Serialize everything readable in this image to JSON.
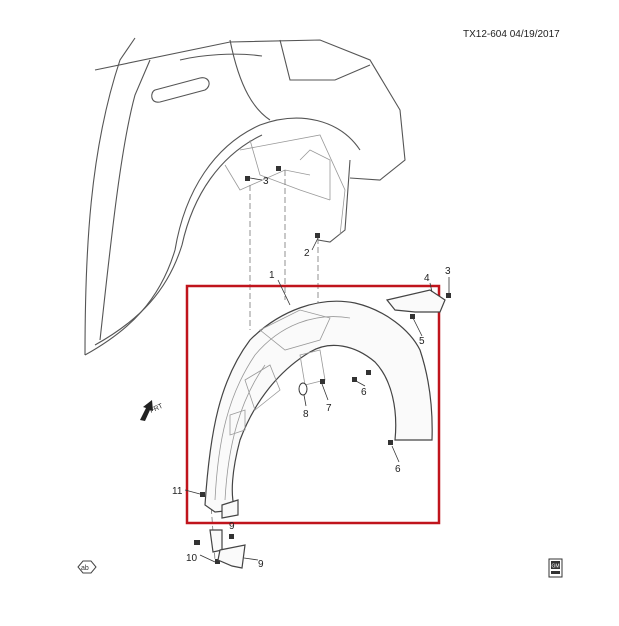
{
  "reference": "TX12-604  04/19/2017",
  "callouts": [
    "1",
    "2",
    "3",
    "3",
    "4",
    "5",
    "6",
    "6",
    "7",
    "8",
    "9",
    "9",
    "10",
    "11"
  ],
  "direction_label": "FRT",
  "highlight_color": "#c0141c",
  "icons": {
    "ab_symbol": "ab",
    "logo": "GM"
  }
}
